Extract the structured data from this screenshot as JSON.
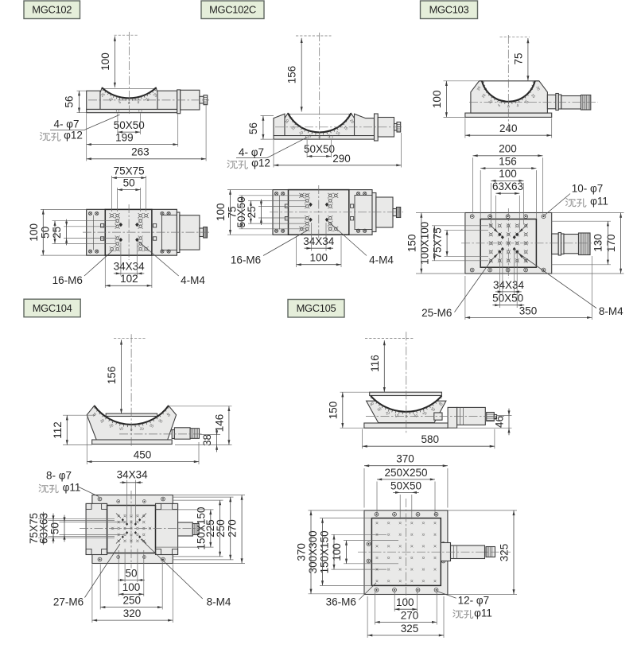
{
  "document": {
    "type": "goniometer-stage-dimension-drawings",
    "background": "#ffffff"
  },
  "colors": {
    "badge_fill": "#e5eeda",
    "badge_border": "#5f6660",
    "outline": "#3d3d3d",
    "dim_line": "#4b4b4b",
    "part_fill": "#e9e9e8",
    "text": "#262626",
    "cjk_gray": "#9c9c9c"
  },
  "panels": [
    {
      "badge": "MGC102",
      "side": {
        "dims": [
          "100",
          "56",
          "50X50",
          "199",
          "263"
        ],
        "note": [
          "4- φ7",
          "沉孔",
          "φ12"
        ],
        "scale": [
          "25",
          "15",
          "5",
          "0",
          "5",
          "15",
          "25"
        ]
      },
      "top": {
        "dims": [
          "75X75",
          "50",
          "100",
          "50",
          "25",
          "34X34",
          "102"
        ],
        "leaders": [
          "16-M6",
          "4-M4"
        ]
      }
    },
    {
      "badge": "MGC102C",
      "side": {
        "dims": [
          "156",
          "56",
          "50X50",
          "290"
        ],
        "note": [
          "4- φ7",
          "沉孔",
          "φ12"
        ],
        "scale": [
          "20",
          "15",
          "10",
          "5",
          "0",
          "5",
          "10",
          "15",
          "20"
        ]
      },
      "top": {
        "dims": [
          "100",
          "75",
          "50X50",
          "25",
          "34X34",
          "100"
        ],
        "leaders": [
          "16-M6",
          "4-M4"
        ]
      }
    },
    {
      "badge": "MGC103",
      "side": {
        "dims": [
          "75",
          "100",
          "240"
        ],
        "scale": [
          "20",
          "15",
          "10",
          "5",
          "0",
          "5",
          "10",
          "15",
          "20"
        ]
      },
      "top": {
        "dims": [
          "200",
          "156",
          "100",
          "63X63",
          "150",
          "100X100",
          "75X75",
          "130",
          "170",
          "34X34",
          "50X50",
          "350"
        ],
        "leaders": [
          "25-M6",
          "8-M4"
        ],
        "note": [
          "10- φ7",
          "沉孔",
          "φ11"
        ]
      }
    },
    {
      "badge": "MGC104",
      "side": {
        "dims": [
          "156",
          "112",
          "450",
          "38",
          "146"
        ],
        "scale": [
          "40",
          "30",
          "20",
          "10",
          "0",
          "10",
          "20",
          "30",
          "40"
        ]
      },
      "top": {
        "dims": [
          "34X34",
          "75X75",
          "63X63",
          "50",
          "150X150",
          "225",
          "250",
          "270",
          "50",
          "100",
          "250",
          "320"
        ],
        "leaders": [
          "27-M6",
          "8-M4"
        ],
        "note": [
          "8- φ7",
          "沉孔",
          "φ11"
        ]
      }
    },
    {
      "badge": "MGC105",
      "side": {
        "dims": [
          "116",
          "150",
          "580",
          "46"
        ],
        "scale": [
          "40",
          "30",
          "20",
          "10",
          "0",
          "10",
          "20",
          "30",
          "40"
        ]
      },
      "top": {
        "dims": [
          "370",
          "250X250",
          "50X50",
          "370",
          "300X300",
          "150X150",
          "100",
          "325",
          "100",
          "270",
          "325"
        ],
        "leaders": [
          "36-M6"
        ],
        "note": [
          "12- φ7",
          "沉孔",
          "φ11"
        ]
      }
    }
  ]
}
